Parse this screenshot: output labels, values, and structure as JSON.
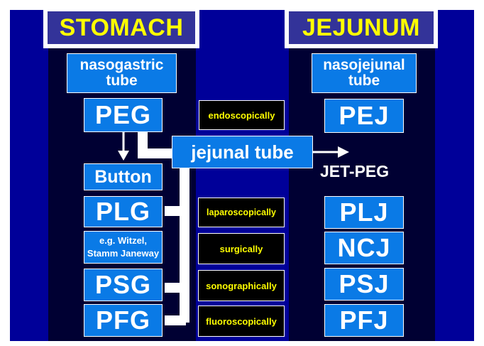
{
  "colors": {
    "background": "#000099",
    "panel": "#000033",
    "box": "#0a7ae6",
    "header_fill": "#333399",
    "header_text": "#ffff00",
    "method_text": "#ffff00",
    "connector": "#ffffff"
  },
  "stomach": {
    "title": "STOMACH",
    "nasogastric_line1": "nasogastric",
    "nasogastric_line2": "tube",
    "peg": "PEG",
    "button": "Button",
    "plg": "PLG",
    "witzel_line1": "e.g. Witzel,",
    "witzel_line2": "Stamm Janeway",
    "psg": "PSG",
    "pfg": "PFG"
  },
  "jejunum": {
    "title": "JEJUNUM",
    "nasojejunal_line1": "nasojejunal",
    "nasojejunal_line2": "tube",
    "pej": "PEJ",
    "jet_peg": "JET-PEG",
    "plj": "PLJ",
    "ncj": "NCJ",
    "psj": "PSJ",
    "pfj": "PFJ"
  },
  "jejunal_tube": "jejunal tube",
  "methods": {
    "endoscopically": "endoscopically",
    "laparoscopically": "laparoscopically",
    "surgically": "surgically",
    "sonographically": "sonographically",
    "fluoroscopically": "fluoroscopically"
  }
}
